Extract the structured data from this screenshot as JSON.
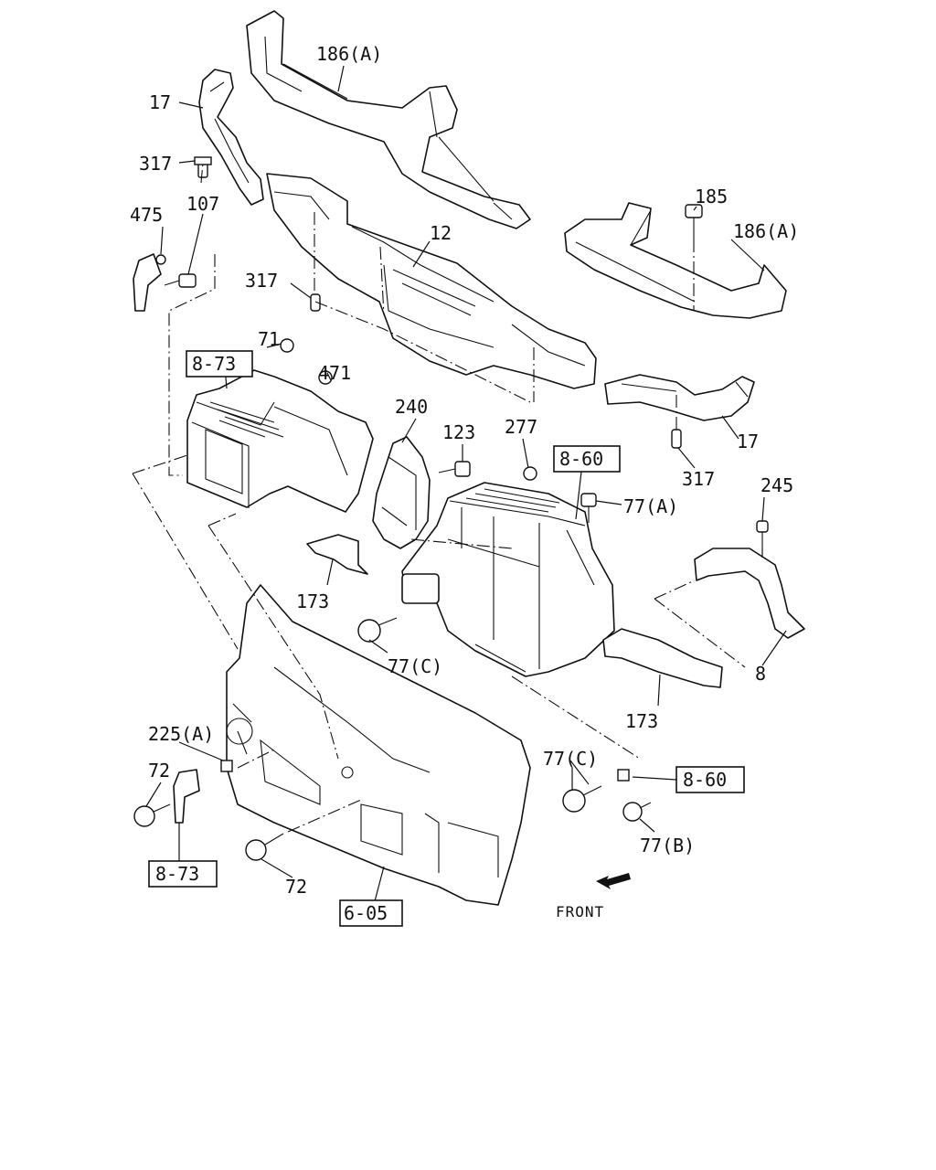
{
  "labels": {
    "l_186a_top": "186(A)",
    "l_17_top": "17",
    "l_317_a": "317",
    "l_475": "475",
    "l_107": "107",
    "l_317_b": "317",
    "l_12": "12",
    "l_185": "185",
    "l_186a_right": "186(A)",
    "l_71": "71",
    "l_471": "471",
    "l_240": "240",
    "l_123": "123",
    "l_277": "277",
    "l_17_right": "17",
    "l_317_c": "317",
    "l_77a": "77(A)",
    "l_245": "245",
    "l_173_a": "173",
    "l_77c_a": "77(C)",
    "l_8": "8",
    "l_173_b": "173",
    "l_225a": "225(A)",
    "l_72_a": "72",
    "l_77c_b": "77(C)",
    "l_77b": "77(B)",
    "l_72_b": "72",
    "front": "FRONT"
  },
  "refs": {
    "r_873_top": "8-73",
    "r_860_top": "8-60",
    "r_860_bottom": "8-60",
    "r_873_bottom": "8-73",
    "r_605": "6-05"
  }
}
